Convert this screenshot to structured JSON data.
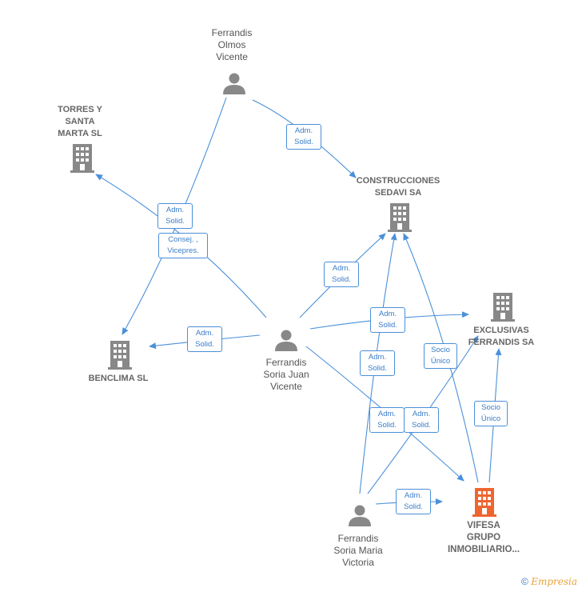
{
  "colors": {
    "edge": "#4a90d9",
    "node_gray": "#888888",
    "node_highlight": "#ef6530"
  },
  "nodes": {
    "ferrandis_olmos": {
      "label": "Ferrandis\nOlmos\nVicente",
      "kind": "person"
    },
    "torres_santa_marta": {
      "label": "TORRES Y\nSANTA\nMARTA  SL",
      "kind": "company"
    },
    "construcciones_sedavi": {
      "label": "CONSTRUCCIONES\nSEDAVI SA",
      "kind": "company"
    },
    "benclima": {
      "label": "BENCLIMA  SL",
      "kind": "company"
    },
    "ferrandis_soria_juan": {
      "label": "Ferrandis\nSoria Juan\nVicente",
      "kind": "person"
    },
    "exclusivas_ferrandis": {
      "label": "EXCLUSIVAS\nFERRANDIS SA",
      "kind": "company"
    },
    "ferrandis_soria_maria": {
      "label": "Ferrandis\nSoria Maria\nVictoria",
      "kind": "person"
    },
    "vifesa": {
      "label": "VIFESA\nGRUPO\nINMOBILIARIO...",
      "kind": "company-highlight"
    }
  },
  "edge_labels": {
    "l1": "Adm.\nSolid.",
    "l2": "Adm.\nSolid.",
    "l3": "Consej. ,\nVicepres.",
    "l4": "Adm.\nSolid.",
    "l5": "Adm.\nSolid.",
    "l6": "Adm.\nSolid.",
    "l7": "Adm.\nSolid.",
    "l8": "Socio\nÚnico",
    "l9": "Adm.\nSolid.",
    "l10": "Adm.\nSolid.",
    "l11": "Socio\nÚnico",
    "l12": "Adm.\nSolid."
  },
  "footer": {
    "copyright": "©",
    "brand": "Empresia"
  }
}
